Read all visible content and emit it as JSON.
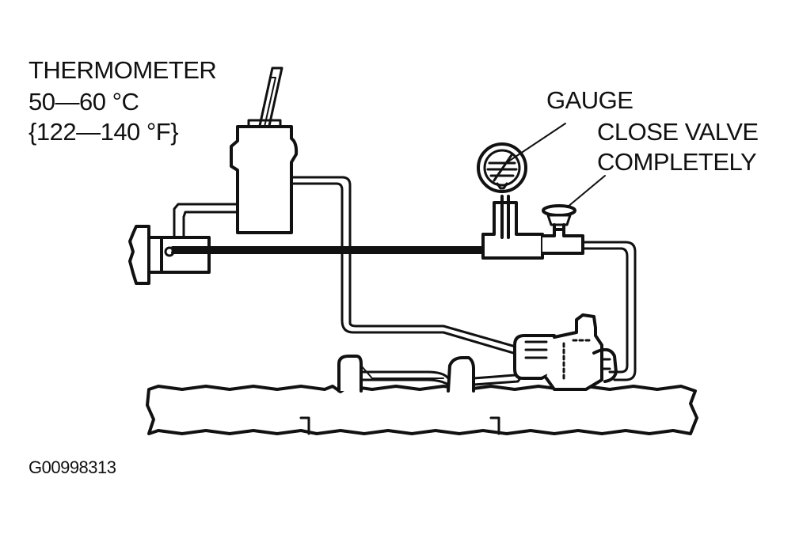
{
  "labels": {
    "thermometer": "THERMOMETER",
    "temp_c": "50—60 °C",
    "temp_f": "{122—140 °F}",
    "gauge": "GAUGE",
    "close_valve_line1": "CLOSE VALVE",
    "close_valve_line2": "COMPLETELY",
    "figure_id": "G00998313"
  },
  "colors": {
    "ink": "#111111",
    "background": "#ffffff"
  }
}
